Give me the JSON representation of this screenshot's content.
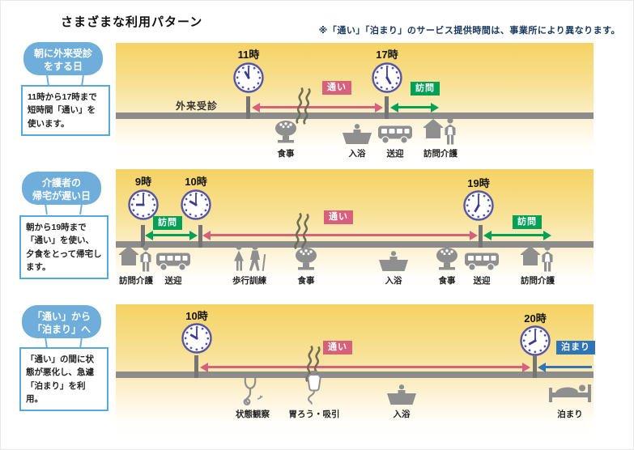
{
  "header": {
    "title": "さまざまな利用パターン",
    "note": "※「通い」「泊まり」のサービス提供時間は、事業所により異なります。"
  },
  "colors": {
    "kayoi_pink": "#D7617C",
    "houmon_green": "#00A156",
    "tomari_blue": "#2E74B6",
    "pill_blue": "#6FAEDB",
    "timeline_gray": "#8C8C8C"
  },
  "rows": [
    {
      "pill_line1": "朝に外来受診",
      "pill_line2": "をする日",
      "desc": "11時から17時まで短時間「通い」を使います。",
      "timeline_label": "外来受診",
      "clocks": [
        {
          "label": "11時",
          "hour_angle": 330
        },
        {
          "label": "17時",
          "hour_angle": 150
        }
      ],
      "badges": [
        {
          "text": "通い"
        },
        {
          "text": "訪問"
        }
      ],
      "icons": [
        {
          "icon": "meal",
          "label": "食事"
        },
        {
          "icon": "bath",
          "label": "入浴"
        },
        {
          "icon": "bus",
          "label": "送迎"
        },
        {
          "icon": "visit-care",
          "label": "訪問介護"
        }
      ]
    },
    {
      "pill_line1": "介護者の",
      "pill_line2": "帰宅が遅い日",
      "desc": "朝から19時まで「通い」を使い、夕食をとって帰宅します。",
      "clocks": [
        {
          "label": "9時",
          "hour_angle": 270
        },
        {
          "label": "10時",
          "hour_angle": 300
        },
        {
          "label": "19時",
          "hour_angle": 210
        }
      ],
      "badges": [
        {
          "text": "訪問"
        },
        {
          "text": "通い"
        },
        {
          "text": "訪問"
        }
      ],
      "icons": [
        {
          "icon": "visit-care",
          "label": "訪問介護"
        },
        {
          "icon": "bus",
          "label": "送迎"
        },
        {
          "icon": "walk",
          "label": "歩行訓練"
        },
        {
          "icon": "meal",
          "label": "食事"
        },
        {
          "icon": "bath",
          "label": "入浴"
        },
        {
          "icon": "meal",
          "label": "食事"
        },
        {
          "icon": "bus",
          "label": "送迎"
        },
        {
          "icon": "visit-care",
          "label": "訪問介護"
        }
      ]
    },
    {
      "pill_line1": "「通い」から",
      "pill_line2": "「泊まり」へ",
      "desc": "「通い」の間に状態が悪化し、急遽「泊まり」を利用。",
      "clocks": [
        {
          "label": "10時",
          "hour_angle": 300
        },
        {
          "label": "20時",
          "hour_angle": 240
        }
      ],
      "badges": [
        {
          "text": "通い"
        },
        {
          "text": "泊まり"
        }
      ],
      "icons": [
        {
          "icon": "stethoscope",
          "label": "状態観察"
        },
        {
          "icon": "feeding-bag",
          "label": "胃ろう・吸引"
        },
        {
          "icon": "bath",
          "label": "入浴"
        },
        {
          "icon": "bed",
          "label": "泊まり"
        }
      ]
    }
  ]
}
